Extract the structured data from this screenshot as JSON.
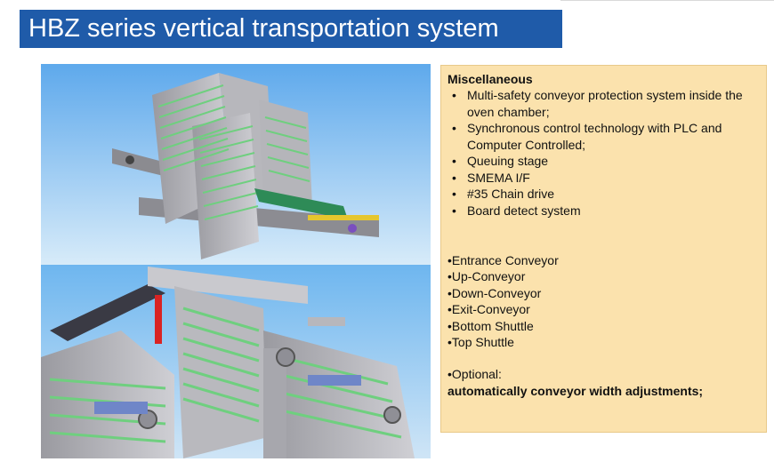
{
  "slide": {
    "title": "HBZ series vertical transportation system"
  },
  "info": {
    "heading": "Miscellaneous",
    "features": [
      "Multi-safety conveyor protection system inside the oven chamber;",
      "Synchronous control technology with PLC and Computer Controlled;",
      "Queuing stage",
      "SMEMA I/F",
      "#35 Chain drive",
      "Board detect system"
    ],
    "stages": [
      "•Entrance Conveyor",
      "•Up-Conveyor",
      "•Down-Conveyor",
      "•Exit-Conveyor",
      "•Bottom Shuttle",
      "•Top Shuttle"
    ],
    "optional_label": "•Optional:",
    "optional_detail": "automatically conveyor width adjustments;"
  },
  "colors": {
    "title_bg": "#1f5ba9",
    "info_bg": "#fbe2ad",
    "sky_top": "#6cb2ee",
    "sky_bottom": "#dcecf8"
  }
}
